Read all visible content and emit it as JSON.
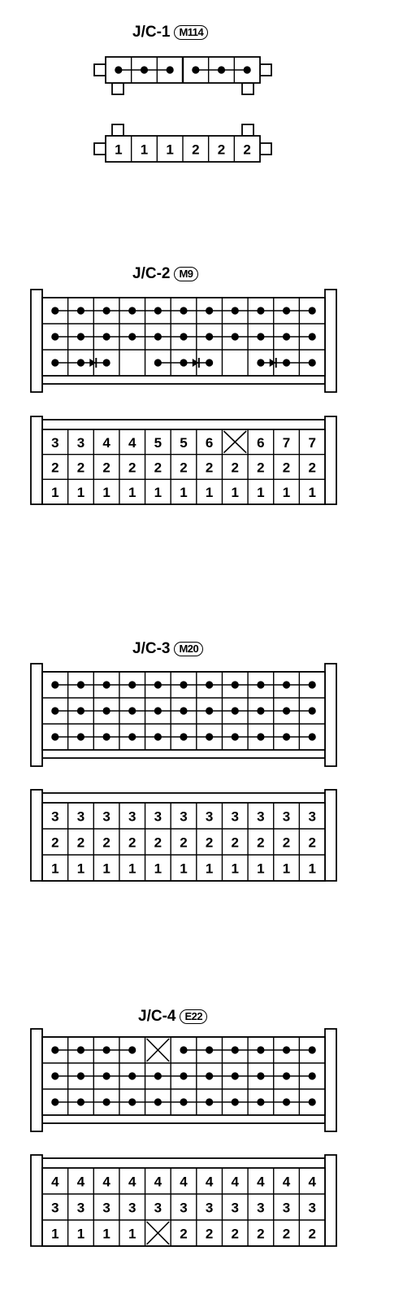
{
  "connectors": [
    {
      "label": "J/C-1",
      "code": "M114",
      "pin_rows": [
        [
          "1",
          "1",
          "1",
          "2",
          "2",
          "2"
        ]
      ],
      "connections": [
        {
          "row": 0,
          "from": 0,
          "to": 2
        },
        {
          "row": 0,
          "from": 3,
          "to": 5
        }
      ]
    },
    {
      "label": "J/C-2",
      "code": "M9",
      "pin_rows": [
        [
          "3",
          "3",
          "4",
          "4",
          "5",
          "5",
          "6",
          "X",
          "6",
          "7",
          "7"
        ],
        [
          "2",
          "2",
          "2",
          "2",
          "2",
          "2",
          "2",
          "2",
          "2",
          "2",
          "2"
        ],
        [
          "1",
          "1",
          "1",
          "1",
          "1",
          "1",
          "1",
          "1",
          "1",
          "1",
          "1"
        ]
      ],
      "connections": [
        {
          "row": 0,
          "from": 0,
          "to": 10
        },
        {
          "row": 1,
          "from": 0,
          "to": 10
        },
        {
          "row": 2,
          "pairs": [
            [
              0,
              1
            ],
            [
              1,
              2
            ],
            [
              4,
              5
            ],
            [
              5,
              6
            ],
            [
              8,
              9
            ],
            [
              9,
              10
            ]
          ],
          "diodes_between": [
            [
              1,
              2
            ],
            [
              5,
              6
            ],
            [
              8,
              9
            ]
          ]
        }
      ]
    },
    {
      "label": "J/C-3",
      "code": "M20",
      "pin_rows": [
        [
          "3",
          "3",
          "3",
          "3",
          "3",
          "3",
          "3",
          "3",
          "3",
          "3",
          "3"
        ],
        [
          "2",
          "2",
          "2",
          "2",
          "2",
          "2",
          "2",
          "2",
          "2",
          "2",
          "2"
        ],
        [
          "1",
          "1",
          "1",
          "1",
          "1",
          "1",
          "1",
          "1",
          "1",
          "1",
          "1"
        ]
      ],
      "connections": [
        {
          "row": 0,
          "from": 0,
          "to": 10
        },
        {
          "row": 1,
          "from": 0,
          "to": 10
        },
        {
          "row": 2,
          "from": 0,
          "to": 10
        }
      ]
    },
    {
      "label": "J/C-4",
      "code": "E22",
      "pin_rows": [
        [
          "4",
          "4",
          "4",
          "4",
          "4",
          "4",
          "4",
          "4",
          "4",
          "4",
          "4"
        ],
        [
          "3",
          "3",
          "3",
          "3",
          "3",
          "3",
          "3",
          "3",
          "3",
          "3",
          "3"
        ],
        [
          "1",
          "1",
          "1",
          "1",
          "X",
          "2",
          "2",
          "2",
          "2",
          "2",
          "2"
        ]
      ],
      "connections": [
        {
          "row": 0,
          "from": 0,
          "to": 3
        },
        {
          "row": 0,
          "from": 5,
          "to": 10
        },
        {
          "row": 1,
          "from": 0,
          "to": 10
        },
        {
          "row": 2,
          "from": 0,
          "to": 10
        }
      ]
    }
  ]
}
